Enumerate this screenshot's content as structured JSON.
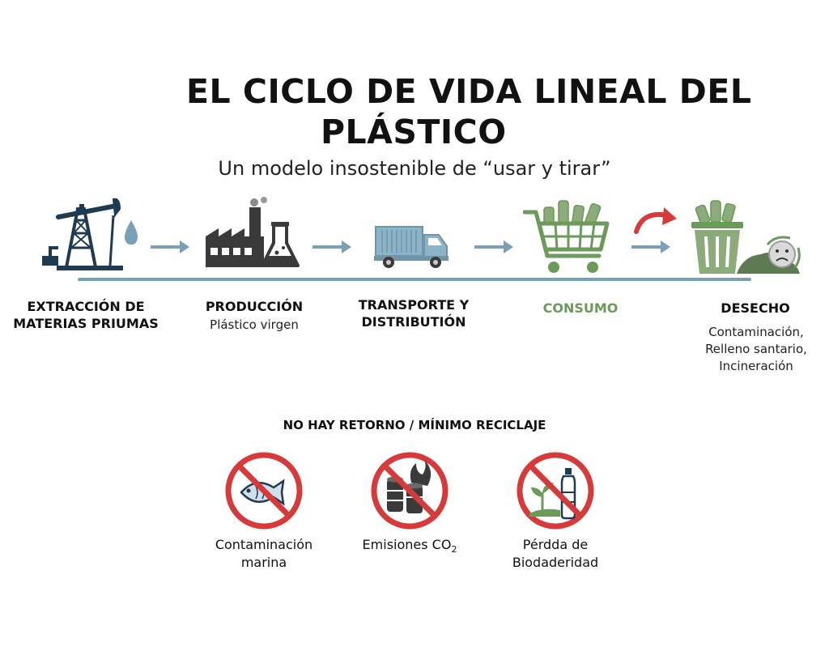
{
  "header": {
    "title_line1": "EL CICLO DE VIDA LINEAL DEL",
    "title_line2": "PLÁSTICO",
    "subtitle": "Un modelo insostenible de “usar y tirar”"
  },
  "colors": {
    "dark_blue": "#1f3b52",
    "arrow_blue": "#7aa0b5",
    "green": "#6b9a5a",
    "red": "#d63a3a",
    "dark_gray": "#3a3a3a"
  },
  "stages": [
    {
      "icon": "oil-pump-icon",
      "label_line1": "EXTRACCIÓN DE",
      "label_line2": "MATERIAS PRIUMAS",
      "desc": []
    },
    {
      "icon": "factory-flask-icon",
      "label_line1": "PRODUCCIÓN",
      "label_line2": "",
      "desc": [
        "Plástico virgen"
      ]
    },
    {
      "icon": "truck-icon",
      "label_line1": "TRANSPORTE Y",
      "label_line2": "DISTRIBUTIÓN",
      "desc": []
    },
    {
      "icon": "shopping-cart-icon",
      "label_line1": "CONSUMO",
      "label_line2": "",
      "desc": []
    },
    {
      "icon": "trash-can-icon",
      "label_line1": "DESECHO",
      "label_line2": "",
      "desc": [
        "Contaminación,",
        "Relleno santario,",
        "Incineración"
      ]
    }
  ],
  "impacts": {
    "title": "NO HAY RETORNO / MÍNIMO RECICLAJE",
    "items": [
      {
        "icon": "no-fish-icon",
        "line1": "Contaminación",
        "line2": "marina"
      },
      {
        "icon": "no-emissions-icon",
        "line1": "Emisiones CO",
        "sub": "2",
        "line2": ""
      },
      {
        "icon": "no-plant-bottle-icon",
        "line1": "Pérdda de",
        "line2": "Biodaderidad"
      }
    ]
  }
}
